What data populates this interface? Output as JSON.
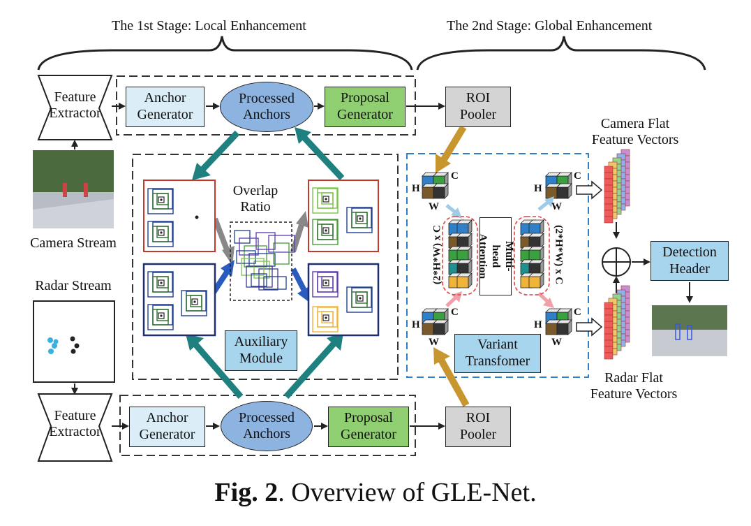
{
  "stages": {
    "first": "The 1st Stage: Local Enhancement",
    "second": "The 2nd Stage: Global Enhancement"
  },
  "camera": {
    "feature_extractor": "Feature\nExtractor",
    "stream_label": "Camera Stream",
    "anchor_generator": "Anchor\nGenerator",
    "processed_anchors": "Processed\nAnchors",
    "proposal_generator": "Proposal\nGenerator",
    "roi_pooler": "ROI\nPooler"
  },
  "radar": {
    "feature_extractor": "Feature\nExtractor",
    "stream_label": "Radar Stream",
    "anchor_generator": "Anchor\nGenerator",
    "processed_anchors": "Processed\nAnchors",
    "proposal_generator": "Proposal\nGenerator",
    "roi_pooler": "ROI\nPooler"
  },
  "auxiliary": {
    "overlap_label": "Overlap\nRatio",
    "module_label": "Auxiliary\nModule"
  },
  "transformer": {
    "h": "H",
    "w": "W",
    "c": "C",
    "dim_label": "(2*H*W) x C",
    "attention_label": "Multi-head\nAttention",
    "variant_label": "Variant\nTransfomer"
  },
  "output": {
    "camera_vectors": "Camera Flat\nFeature Vectors",
    "radar_vectors": "Radar Flat\nFeature Vectors",
    "detection_header": "Detection\nHeader"
  },
  "caption": {
    "bold": "Fig. 2",
    "rest": ". Overview of GLE-Net."
  },
  "colors": {
    "teal_arrow": "#1f8080",
    "gold_arrow": "#c8962e",
    "red_border": "#c0392b",
    "navy_border": "#1f2f6b",
    "dashed_blue": "#2f7fc8"
  }
}
